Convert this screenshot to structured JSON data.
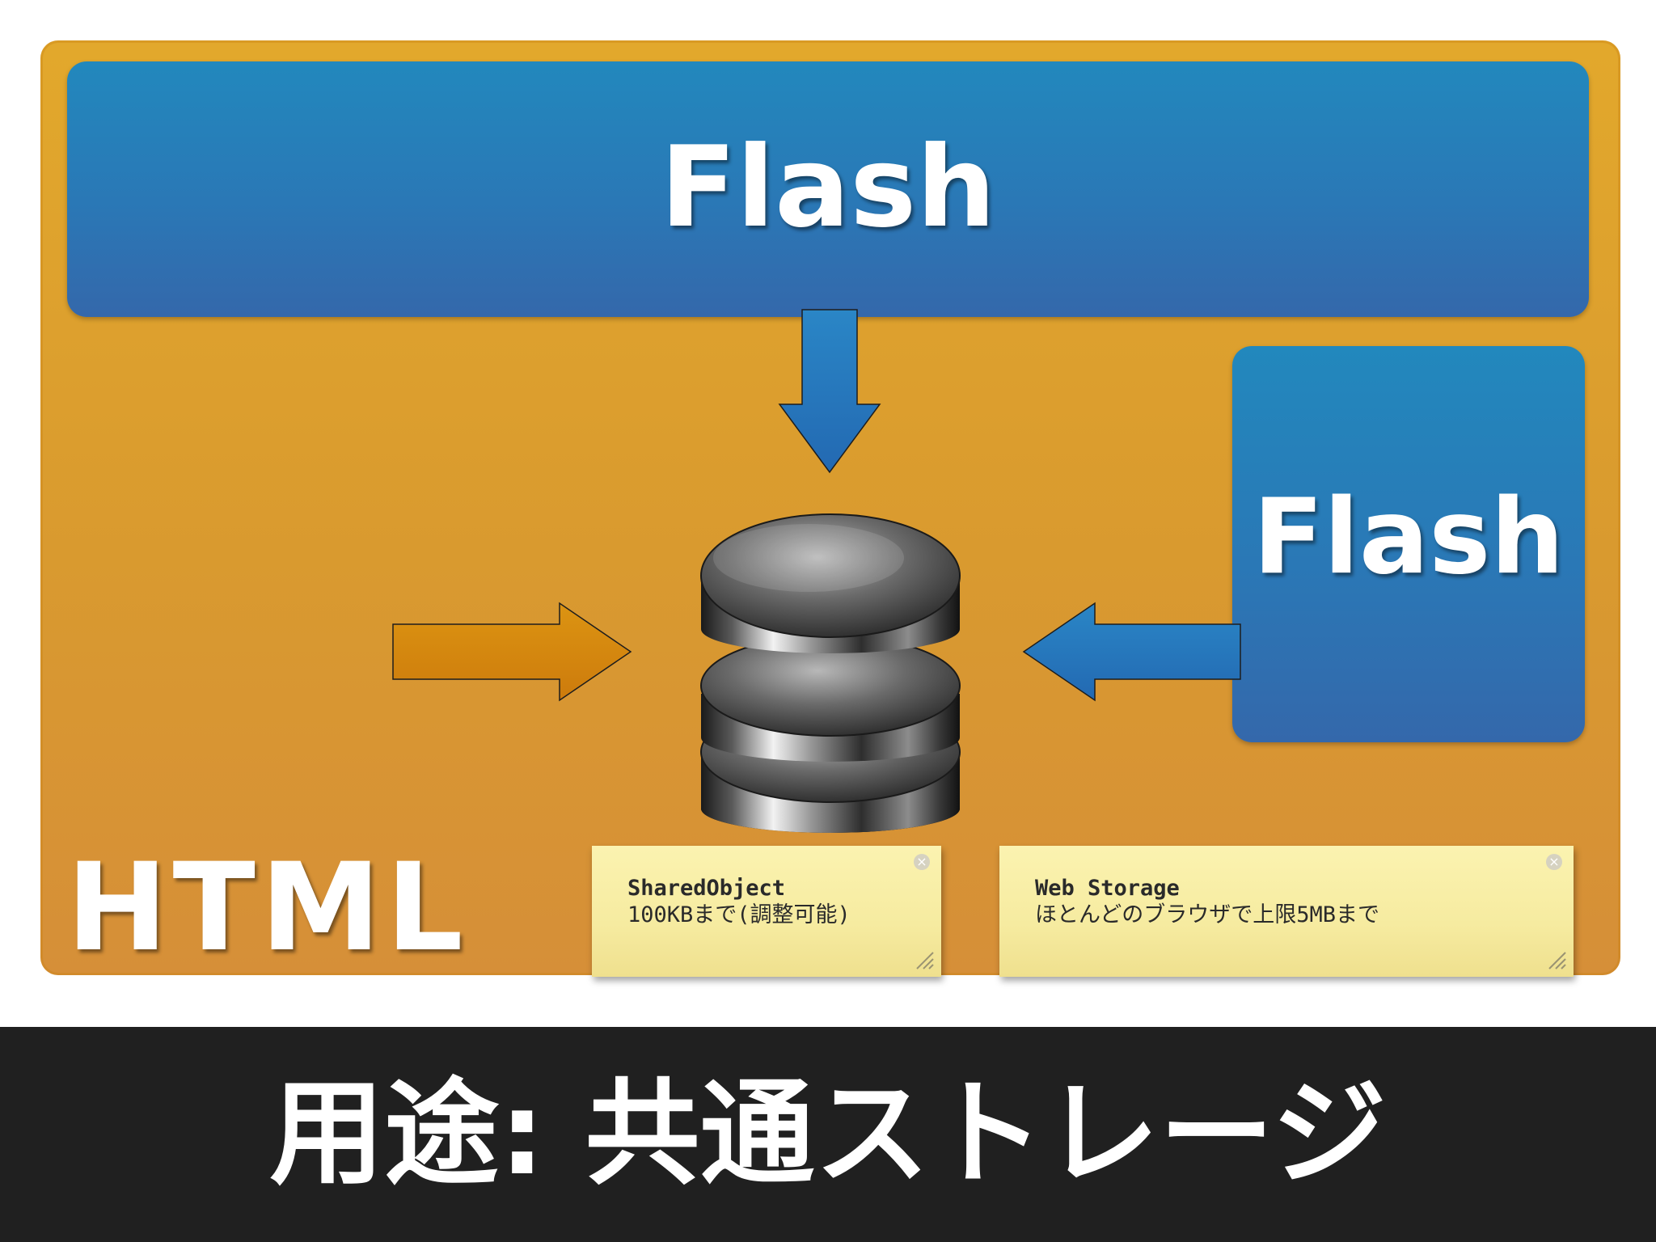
{
  "diagram": {
    "container_label": "HTML",
    "flash_top_label": "Flash",
    "flash_right_label": "Flash",
    "storage_icon": "database-icon",
    "notes": [
      {
        "title": "SharedObject",
        "body": "100KBまで(調整可能)"
      },
      {
        "title": "Web Storage",
        "body": "ほとんどのブラウザで上限5MBまで"
      }
    ]
  },
  "caption": "用途: 共通ストレージ",
  "colors": {
    "container_orange": "#dd9f2e",
    "flash_blue": "#2a7bb7",
    "arrow_blue": "#2677bd",
    "arrow_orange": "#d48410",
    "note_yellow": "#f8eea6",
    "caption_bg": "#202020"
  }
}
